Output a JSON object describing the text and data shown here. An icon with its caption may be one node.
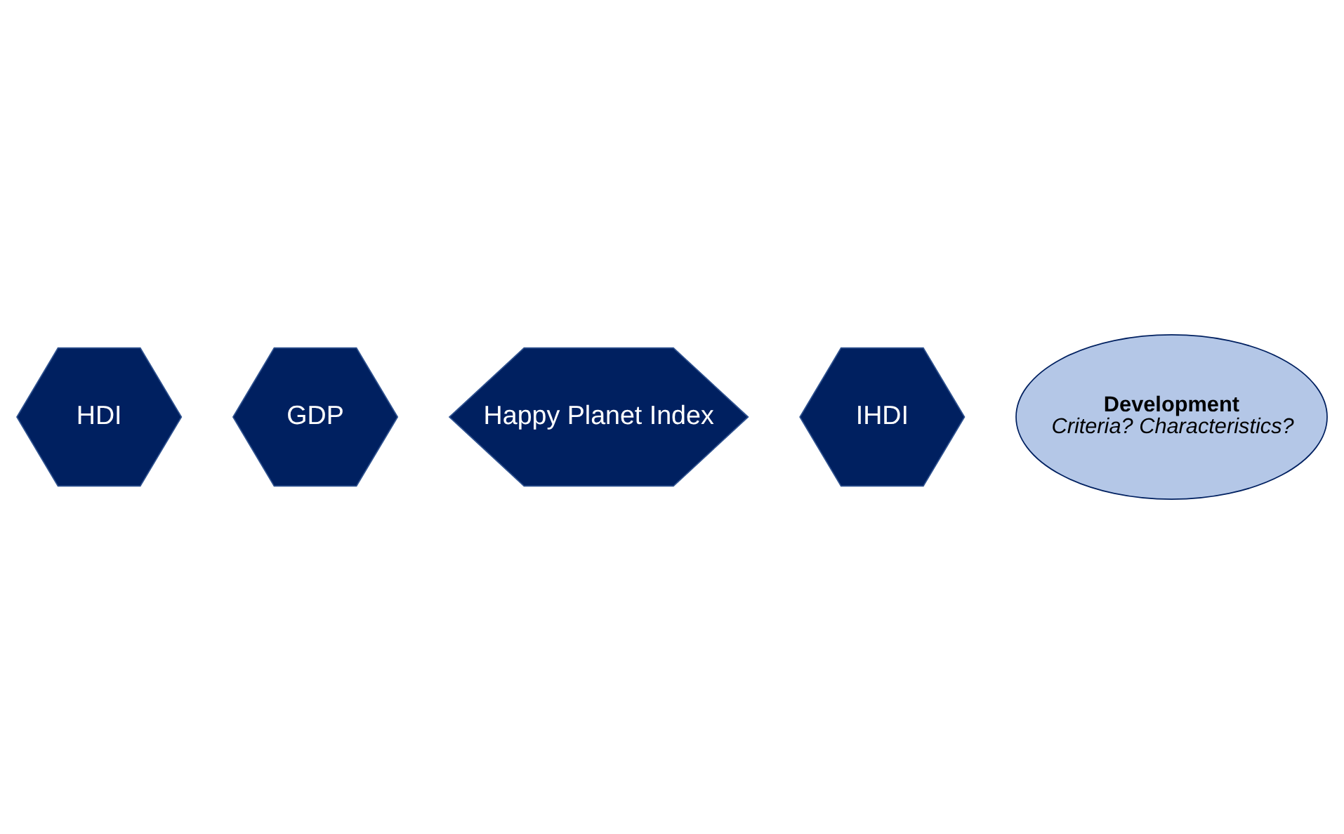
{
  "diagram": {
    "nodes": [
      {
        "text": [
          "GDP"
        ]
      },
      {
        "text": [
          "HDI"
        ]
      },
      {
        "text": [
          "Happy Planet Index"
        ]
      },
      {
        "text": [
          "Development",
          "Criteria? Characteristics?"
        ]
      },
      {
        "text": [
          "IHDI"
        ]
      }
    ],
    "edges": []
  }
}
